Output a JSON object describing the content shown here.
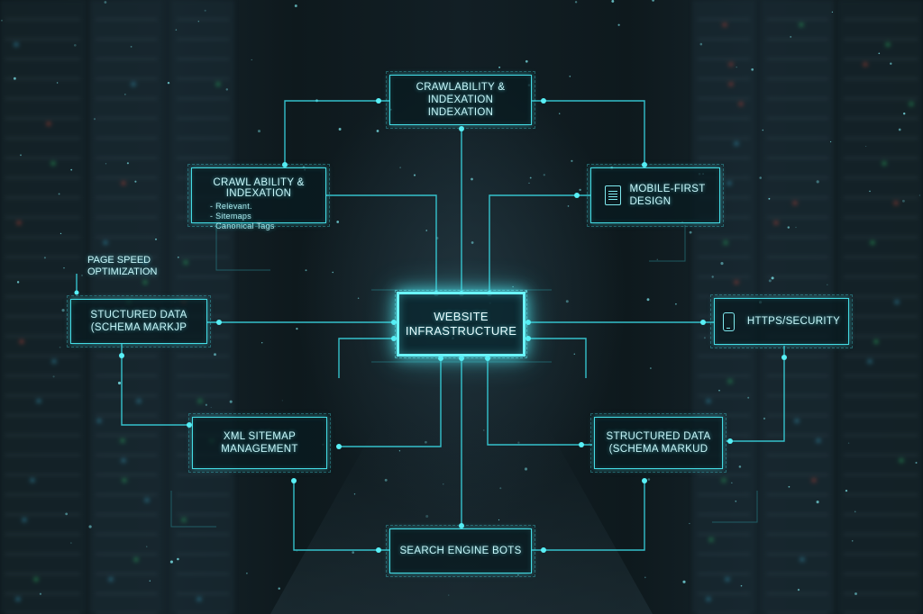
{
  "diagram": {
    "center": "WEBSITE\nINFRASTRUCTURE",
    "nodes": {
      "crawlability_top": "CRAWLABILITY & INDEXATION\nINDEXATION",
      "crawlability_detail": {
        "title": "CRAWL ABILITY & INDEXATION",
        "items": [
          "Relevant.",
          "Sitemaps",
          "Canonical Tags"
        ]
      },
      "mobile_first": "MOBILE-FIRST\nDESIGN",
      "page_speed": "PAGE SPEED\nOPTIMIZATION",
      "structured_left": "STUCTURED DATA\n(SCHEMA MARKJP",
      "https": "HTTPS/SECURITY",
      "xml_sitemap": "XML SITEMAP\nMANAGEMENT",
      "structured_right": "STRUCTURED DATA\n(SCHEMA MARKUD",
      "search_bots": "SEARCH ENGINE BOTS"
    },
    "icons": {
      "mobile_first": "document-icon",
      "https": "smartphone-icon"
    },
    "colors": {
      "accent": "#44dbe4",
      "glow": "#6af4fa",
      "background": "#0a1216"
    }
  }
}
